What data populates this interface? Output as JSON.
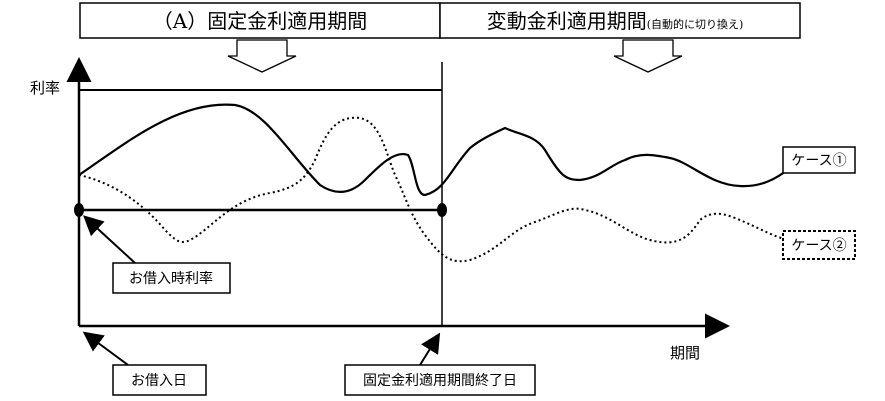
{
  "header": {
    "fixed_period_label": "（A）固定金利適用期間",
    "variable_period_label": "変動金利適用期間",
    "variable_period_note": "(自動的に切り換え)"
  },
  "axes": {
    "y_label": "利率",
    "x_label": "期間"
  },
  "legend": {
    "case1_label": "ケース①",
    "case2_label": "ケース②"
  },
  "callouts": {
    "initial_rate": "お借入時利率",
    "borrow_date": "お借入日",
    "fixed_end_date": "固定金利適用期間終了日"
  },
  "colors": {
    "line": "#000000",
    "background": "#ffffff"
  }
}
